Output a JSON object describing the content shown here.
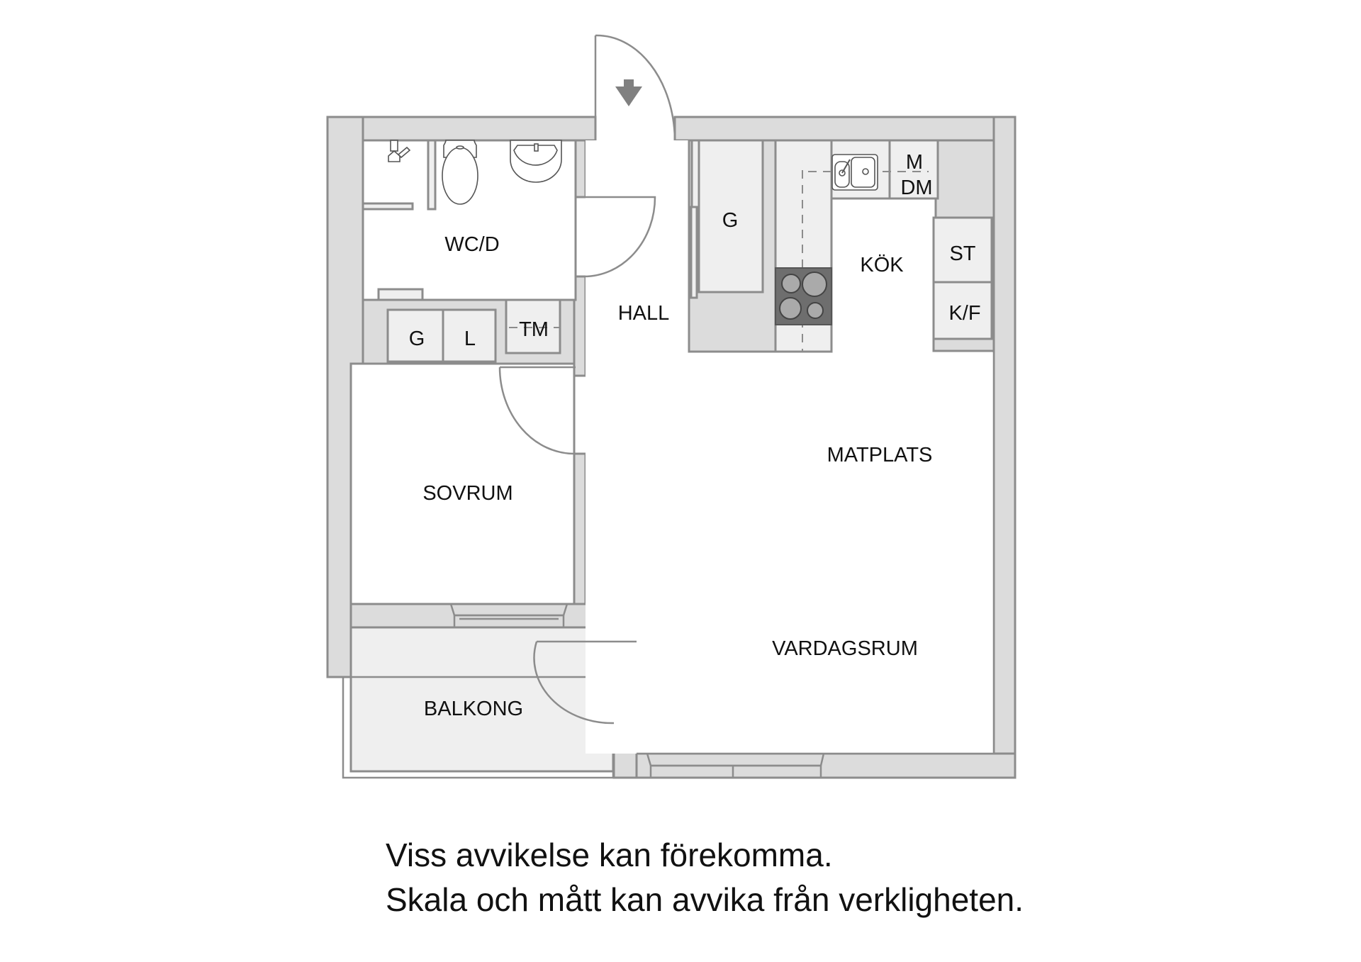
{
  "rooms": {
    "wc": "WC/D",
    "hall": "HALL",
    "sovrum": "SOVRUM",
    "balkong": "BALKONG",
    "kok": "KÖK",
    "matplats": "MATPLATS",
    "vardagsrum": "VARDAGSRUM"
  },
  "storage": {
    "wardrobe_bath_g": "G",
    "wardrobe_bath_l": "L",
    "tm": "TM",
    "hall_g": "G",
    "kitchen_m": "M",
    "kitchen_dm": "DM",
    "kitchen_st": "ST",
    "kitchen_kf": "K/F"
  },
  "icons": {
    "entrance": "arrow-down-icon",
    "stove": "stove-icon",
    "sink": "kitchen-sink-icon",
    "toilet": "toilet-icon",
    "washbasin": "washbasin-icon",
    "shower": "shower-icon"
  },
  "colors": {
    "wall": "#dcdcdc",
    "wall_outline": "#8c8c8c",
    "cabinet": "#efefef",
    "stove": "#6e6e6e",
    "arrow": "#808080"
  },
  "disclaimer": {
    "line1": "Viss avvikelse kan förekomma.",
    "line2": "Skala och mått kan avvika från verkligheten."
  }
}
